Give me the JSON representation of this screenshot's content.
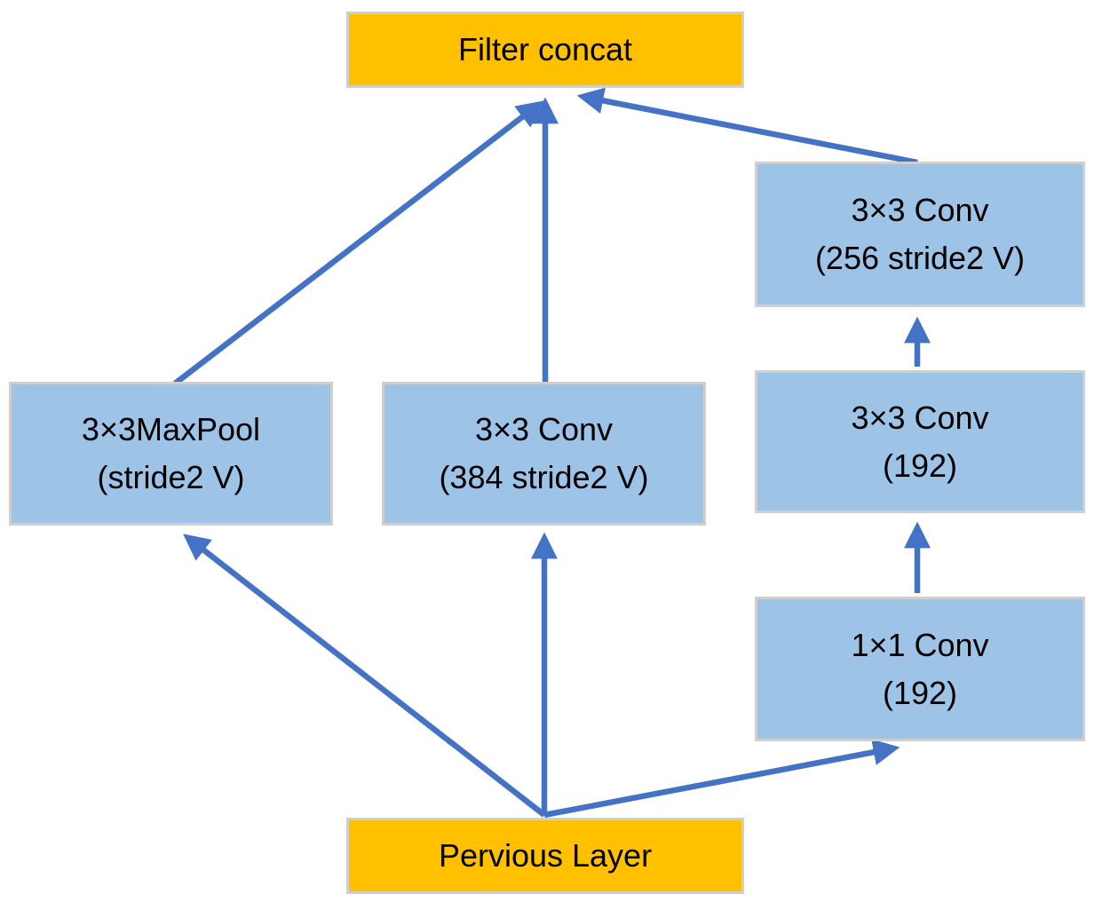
{
  "diagram": {
    "description": "Inception-style reduction module block diagram",
    "colors": {
      "node_orange": "#FFC000",
      "node_blue": "#9DC3E6",
      "arrow_blue": "#4472C4",
      "border_gray": "#D0CECE",
      "text_color": "#000000"
    },
    "nodes": {
      "filter_concat": {
        "label": "Filter concat"
      },
      "maxpool": {
        "line1": "3×3MaxPool",
        "line2": "(stride2 V)"
      },
      "conv384": {
        "line1": "3×3 Conv",
        "line2": "(384 stride2 V)"
      },
      "conv256": {
        "line1": "3×3 Conv",
        "line2": "(256 stride2 V)"
      },
      "conv192_3x3": {
        "line1": "3×3 Conv",
        "line2": "(192)"
      },
      "conv192_1x1": {
        "line1": "1×1 Conv",
        "line2": "(192)"
      },
      "previous_layer": {
        "label": "Pervious Layer"
      }
    },
    "edges": [
      {
        "from": "previous_layer",
        "to": "maxpool"
      },
      {
        "from": "previous_layer",
        "to": "conv384"
      },
      {
        "from": "previous_layer",
        "to": "conv192_1x1"
      },
      {
        "from": "conv192_1x1",
        "to": "conv192_3x3"
      },
      {
        "from": "conv192_3x3",
        "to": "conv256"
      },
      {
        "from": "maxpool",
        "to": "filter_concat"
      },
      {
        "from": "conv384",
        "to": "filter_concat"
      },
      {
        "from": "conv256",
        "to": "filter_concat"
      }
    ]
  }
}
